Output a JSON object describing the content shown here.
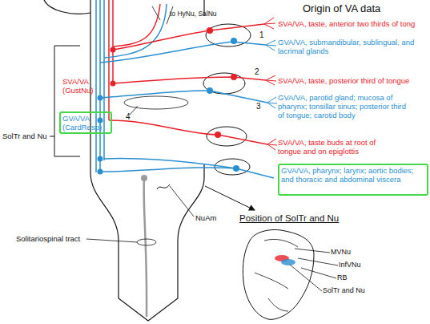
{
  "diagram": {
    "title": "Origin of VA data",
    "nodes": [
      {
        "text": [
          "GVA/VA (CardResp)"
        ]
      },
      {
        "text": [
          "GVA/VA, pharynx; larynx; aortic bodies; and thoracic and abdominal viscera"
        ]
      }
    ],
    "labels": [
      "SolTr and Nu",
      "SVA/VA (GustNu)",
      "to HyNu, SalNu",
      "1",
      "2",
      "3",
      "4",
      "SVA/VA, taste, anterior two thirds of tong",
      "GVA/VA, submandibular, sublingual, and lacrimal glands",
      "SVA/VA, taste, posterior third of tongue",
      "GVA/VA, parotid gland; mucosa of pharynx; tonsillar sinus; posterior third of tongue; carotid body",
      "SVA/VA, taste buds at root of tongue and on epiglottis",
      "NuAm",
      "Solitariospinal tract",
      "Position of SolTr and Nu",
      "MVNu",
      "InfVNu",
      "RB",
      "SolTr and Nu"
    ]
  }
}
